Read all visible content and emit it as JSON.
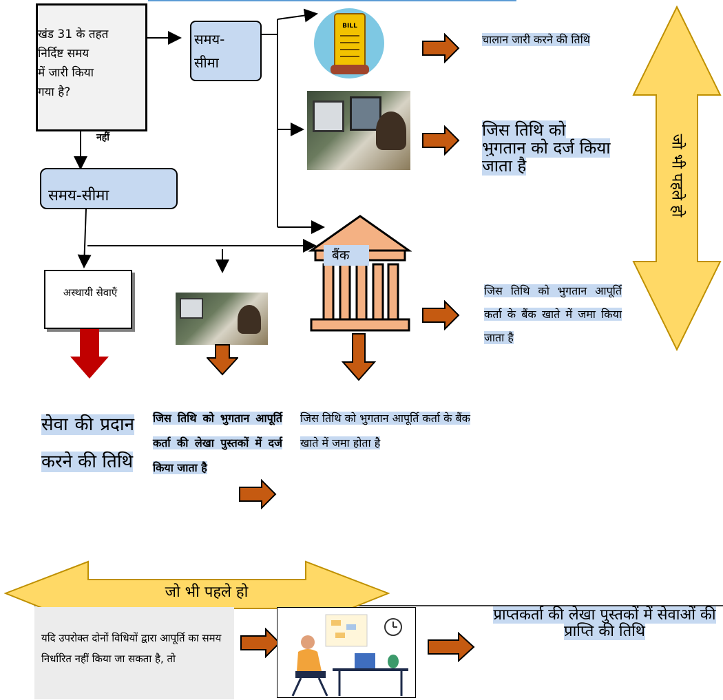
{
  "decision_box": {
    "text_line1": "खंड 31 के तहत",
    "text_line2": "निर्दिष्ट समय",
    "text_line3": "में जारी किया",
    "text_line4": "गया है?",
    "no_label": "नहीं"
  },
  "time_limit_top": "समय-सीमा",
  "time_limit_mid": "समय-सीमा",
  "temp_services": "अस्थायी सेवाएँ",
  "bank_label": "बैंक",
  "outcomes": {
    "invoice_date": "चालान जारी करने की तिथि",
    "payment_recorded": "जिस तिथि को भुगतान को दर्ज किया जाता है",
    "bank_credit": "जिस तिथि को भुगतान आपूर्ति कर्ता के बैंक खाते में जमा किया जाता है",
    "service_date": "सेवा की प्रदान करने की तिथि",
    "books_record": "जिस तिथि को भुगतान आपूर्ति कर्ता की लेखा पुस्तकों में दर्ज किया जाता है",
    "bank_deposit": "जिस तिथि को भुगतान आपूर्ति कर्ता के बैंक खाते में जमा होता है",
    "recipient_books": "प्राप्तकर्ता की लेखा पुस्तकों में सेवाओं की प्राप्ति की तिथि"
  },
  "whichever_first_vertical": "जो भी पहले हो",
  "whichever_first_horizontal": "जो भी पहले हो",
  "fallback_text": "यदि उपरोक्त दोनों विधियों द्वारा आपूर्ति का समय निर्धारित नहीं किया जा सकता है, तो",
  "bill_icon_label": "BILL",
  "colors": {
    "highlight": "#c6d9f1",
    "orange_arrow": "#c55a11",
    "red_arrow": "#c00000",
    "yellow_arrow": "#ffd966",
    "box_blue": "#c6d9f1"
  }
}
